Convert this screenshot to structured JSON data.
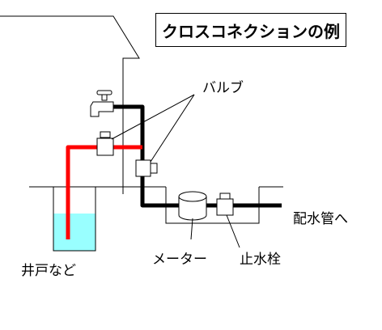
{
  "title": "クロスコネクションの例",
  "labels": {
    "valve": "バルブ",
    "water_main": "配水管へ",
    "well": "井戸など",
    "meter": "メーター",
    "stop_valve": "止水栓"
  },
  "colors": {
    "well_pipe": "#ff0000",
    "city_pipe": "#000000",
    "well_water": "#99ffff",
    "line": "#000000",
    "background": "#ffffff"
  }
}
